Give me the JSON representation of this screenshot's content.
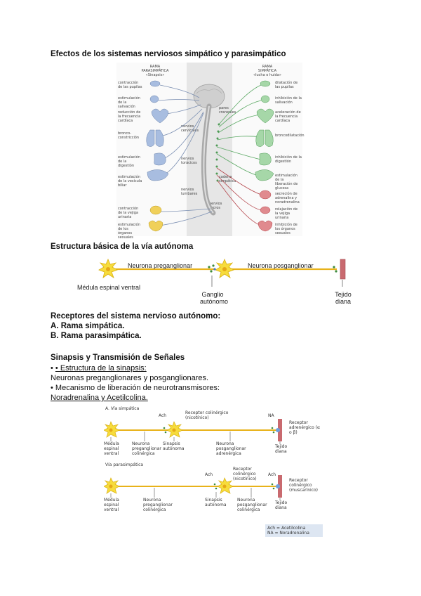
{
  "headings": {
    "h1": "Efectos de los sistemas nerviosos simpático y parasimpático",
    "h2": "Estructura básica de la vía autónoma",
    "h3": "Receptores del sistema nervioso autónomo:",
    "h3a": "A. Rama simpática.",
    "h3b": "B. Rama parasimpática.",
    "h4": "Sinapsis y Transmisión de Señales"
  },
  "body": {
    "l1": "• Estructura de la sinapsis:",
    "l2": "Neuronas preganglionares y posganglionares.",
    "l3": "• Mecanismo de liberación de neurotransmisores:",
    "l4": "Noradrenalina y Acetilcolina."
  },
  "fig1": {
    "left_header": [
      "RAMA",
      "PARASIMPÁTICA",
      "«Sinapsis»"
    ],
    "right_header": [
      "RAMA",
      "SIMPÁTICA",
      "«lucha o huida»"
    ],
    "left_items": [
      "contracción de las pupilas",
      "estimulación de la salivación",
      "reducción de la frecuencia cardíaca",
      "bronco-constricción",
      "estimulación de la digestión",
      "estimulación de la vesícula biliar",
      "contracción de la vejiga urinaria",
      "estimulación de los órganos sexuales"
    ],
    "right_items": [
      "dilatación de las pupilas",
      "inhibición de la salivación",
      "aceleración de la frecuencia cardíaca",
      "broncodilatación",
      "inhibición de la digestión",
      "estimulación de la liberación de glucosa",
      "secreción de adrenalina y noradrenalina",
      "relajación de la vejiga urinaria",
      "inhibición de los órganos sexuales"
    ],
    "spine_labels": [
      "pares craneales",
      "nervios cervicales",
      "nervios torácicos",
      "nervios lumbares",
      "nervios sacros",
      "cadena simpática"
    ]
  },
  "fig2": {
    "pre": "Neurona preganglionar",
    "post": "Neurona posganglionar",
    "medula": "Médula espinal ventral",
    "ganglio1": "Ganglio",
    "ganglio2": "autónomo",
    "tejido1": "Tejido",
    "tejido2": "diana"
  },
  "fig3": {
    "a_title": "A. Vía simpática",
    "b_title": "Vía parasimpática",
    "ach": "Ach",
    "na": "NA",
    "receptor_nic": "Receptor colinérgico (nicotínico)",
    "receptor_adr": "Receptor adrenérgico (α o β)",
    "receptor_musc": "Receptor colinérgico (muscarínico)",
    "medula": "Médula espinal ventral",
    "pre": "Neurona preganglionar colinérgica",
    "sinapsis": "Sinapsis autónoma",
    "post_adr": "Neurona posganglionar adrenérgica",
    "post_col": "Neurona posganglionar colinérgica",
    "tejido": "Tejido diana",
    "legend1": "Ach = Acetilcolina",
    "legend2": "NA = Noradrenalina"
  },
  "colors": {
    "axon": "#e8b21a",
    "neuron": "#f7dc3c",
    "para": "#a8bde0",
    "symp": "#a6d7a8",
    "tissue": "#c96a6f",
    "legend_bg": "#dde6f2"
  }
}
